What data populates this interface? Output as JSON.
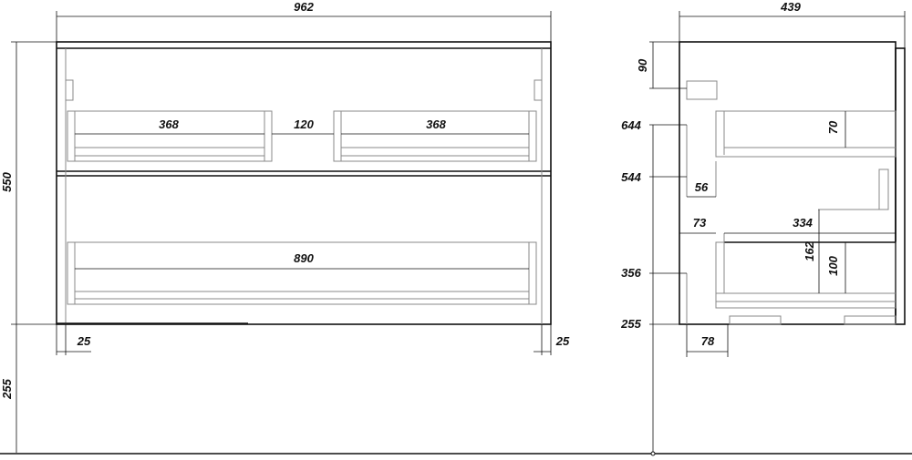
{
  "front_view": {
    "overall_width": "962",
    "overall_height": "550",
    "leg_height": "255",
    "drawer_left_width": "368",
    "drawer_gap": "120",
    "drawer_right_width": "368",
    "lower_drawer_width": "890",
    "left_offset": "25",
    "right_offset": "25"
  },
  "side_view": {
    "depth": "439",
    "top_offset": "90",
    "level_644": "644",
    "level_544": "544",
    "level_356": "356",
    "level_255": "255",
    "upper_drawer_height": "70",
    "recess_56": "56",
    "offset_73": "73",
    "inner_depth": "334",
    "clearance_162": "162",
    "lower_drawer_height": "100",
    "base_offset": "78"
  }
}
